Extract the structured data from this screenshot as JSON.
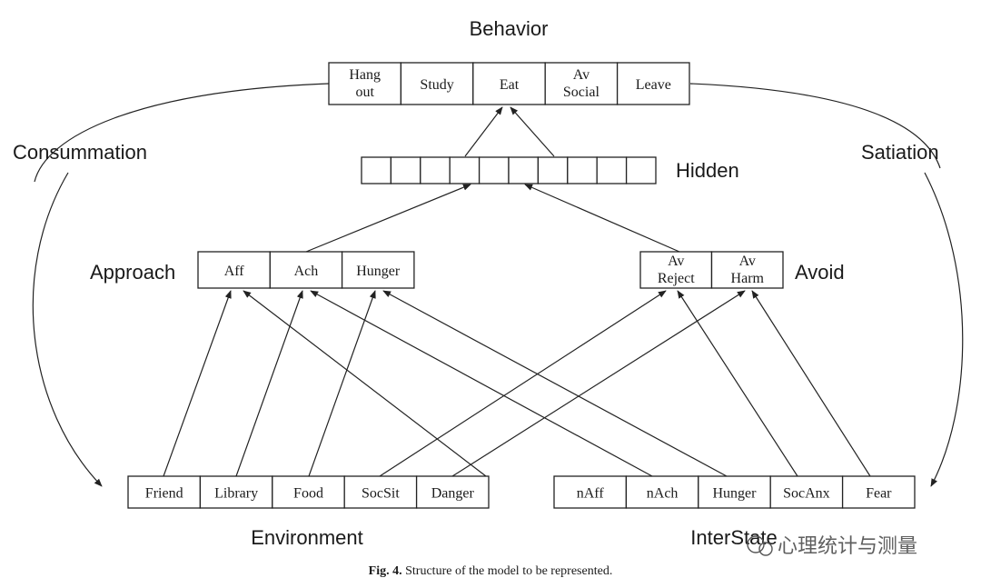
{
  "labels": {
    "behavior": "Behavior",
    "hidden": "Hidden",
    "approach": "Approach",
    "avoid": "Avoid",
    "consummation": "Consummation",
    "satiation": "Satiation",
    "environment": "Environment",
    "interstate": "InterState"
  },
  "behavior_nodes": [
    [
      "Hang",
      "out"
    ],
    [
      "Study"
    ],
    [
      "Eat"
    ],
    [
      "Av",
      "Social"
    ],
    [
      "Leave"
    ]
  ],
  "hidden_cell_count": 10,
  "approach_nodes": [
    [
      "Aff"
    ],
    [
      "Ach"
    ],
    [
      "Hunger"
    ]
  ],
  "avoid_nodes": [
    [
      "Av",
      "Reject"
    ],
    [
      "Av",
      "Harm"
    ]
  ],
  "environment_nodes": [
    [
      "Friend"
    ],
    [
      "Library"
    ],
    [
      "Food"
    ],
    [
      "SocSit"
    ],
    [
      "Danger"
    ]
  ],
  "interstate_nodes": [
    [
      "nAff"
    ],
    [
      "nAch"
    ],
    [
      "Hunger"
    ],
    [
      "SocAnx"
    ],
    [
      "Fear"
    ]
  ],
  "caption": {
    "prefix": "Fig. 4.",
    "text": " Structure of the model to be represented."
  },
  "watermark": "心理统计与测量"
}
